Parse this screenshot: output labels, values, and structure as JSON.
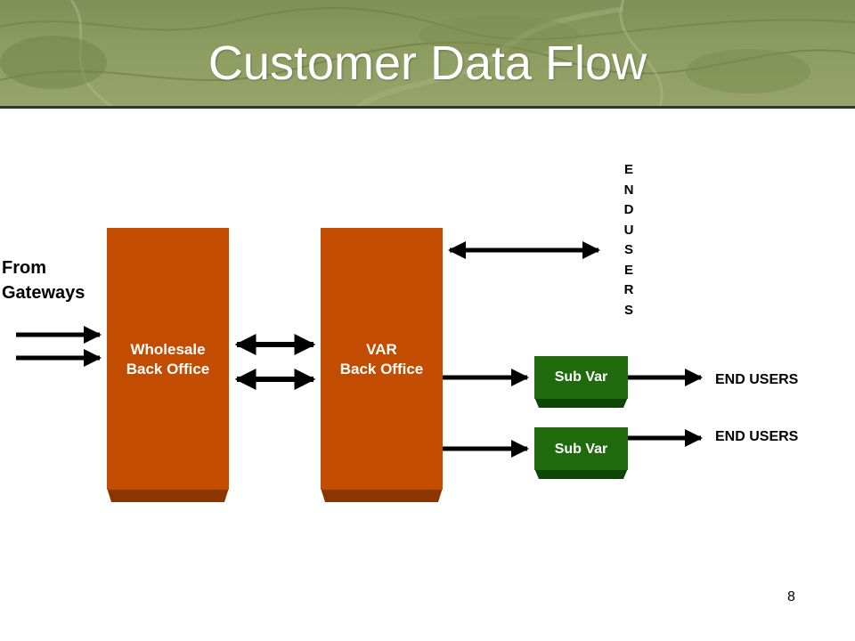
{
  "slide": {
    "title": "Customer Data Flow",
    "page_number": "8"
  },
  "diagram": {
    "source_label": "From Gateways",
    "source_label_lines": [
      "From",
      "Gateways"
    ],
    "wholesale": {
      "line1": "Wholesale",
      "line2": "Back Office"
    },
    "var": {
      "line1": "VAR",
      "line2": "Back Office"
    },
    "subvar_1": "Sub Var",
    "subvar_2": "Sub Var",
    "end_users_1": "END USERS",
    "end_users_2": "END USERS",
    "end_users_vertical": [
      "E",
      "N",
      "D",
      "U",
      "S",
      "E",
      "R",
      "S"
    ]
  },
  "colors": {
    "back_office_fill": "#c24c00",
    "back_office_shadow": "#8a3600",
    "subvar_fill": "#1f6a0d",
    "subvar_shadow": "#0e4406",
    "header_rule": "#2f3b24"
  }
}
